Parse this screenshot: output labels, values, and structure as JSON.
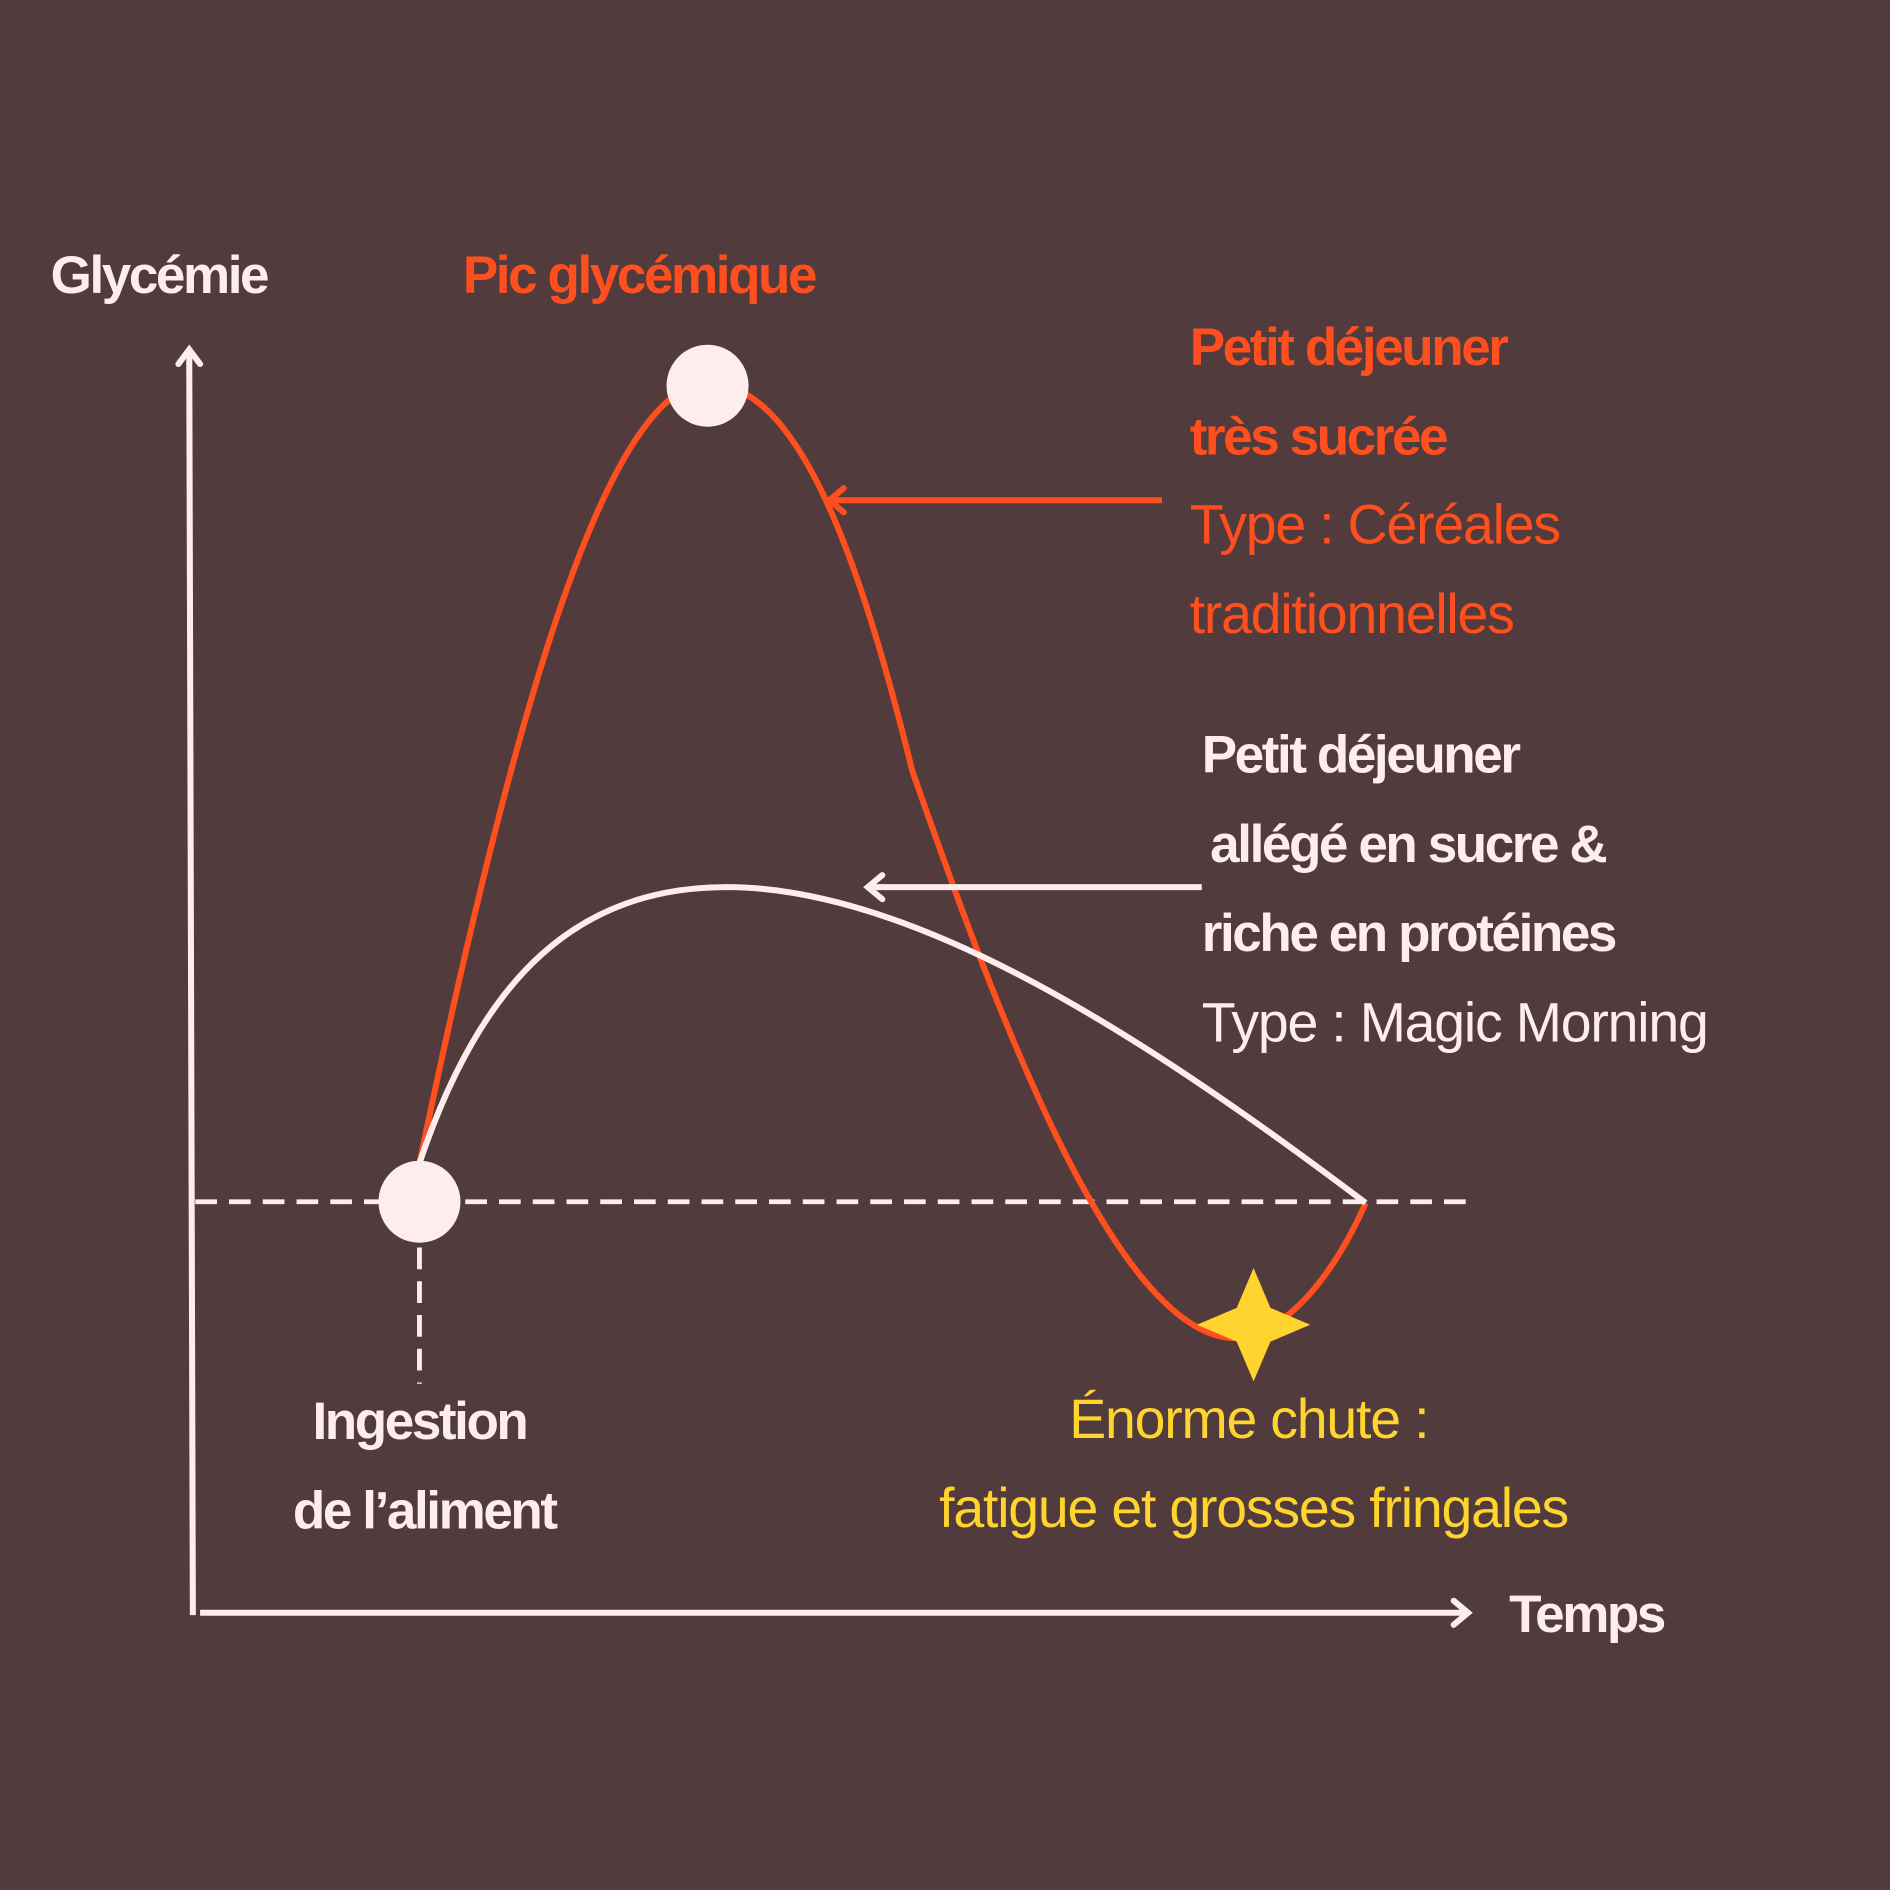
{
  "colors": {
    "background": "#523b3c",
    "light": "#fdeeed",
    "orange": "#ff4f1f",
    "yellow": "#ffd42e"
  },
  "axes": {
    "y_label": "Glycémie",
    "x_label": "Temps"
  },
  "peak_label": "Pic glycémique",
  "sugary": {
    "title_lines": [
      "Petit déjeuner",
      "très sucrée"
    ],
    "type_lines": [
      "Type : Céréales",
      "traditionnelles"
    ]
  },
  "light_breakfast": {
    "title_lines": [
      "Petit déjeuner",
      "allégé en sucre &",
      "riche en protéines"
    ],
    "type_line": "Type : Magic Morning"
  },
  "ingestion": {
    "lines": [
      "Ingestion",
      "de l’aliment"
    ]
  },
  "drop": {
    "lines": [
      "Énorme chute :",
      "fatigue et grosses fringales"
    ]
  }
}
